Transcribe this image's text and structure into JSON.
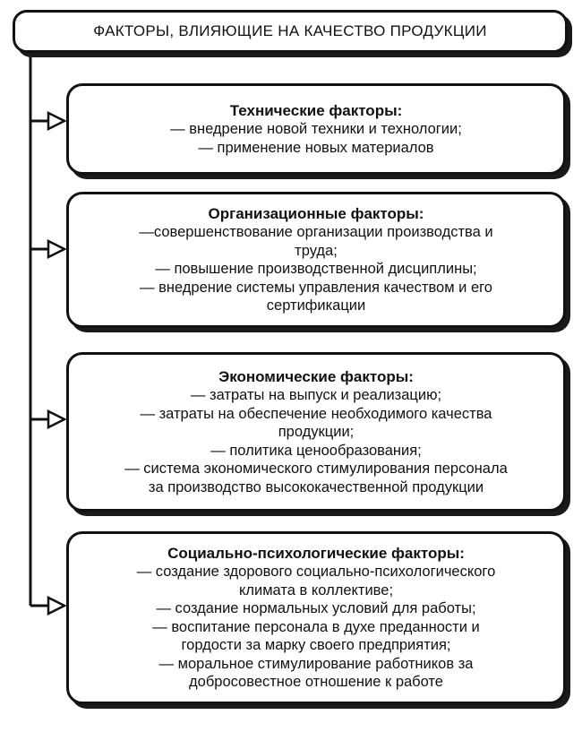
{
  "title": "ФАКТОРЫ, ВЛИЯЮЩИЕ НА КАЧЕСТВО ПРОДУКЦИИ",
  "factors": [
    {
      "heading": "Технические факторы:",
      "lines": [
        "— внедрение новой техники и технологии;",
        "— применение новых материалов"
      ]
    },
    {
      "heading": "Организационные факторы:",
      "lines": [
        "—совершенствование организации производства и",
        "труда;",
        "— повышение производственной дисциплины;",
        "— внедрение системы управления качеством и его",
        "сертификации"
      ]
    },
    {
      "heading": "Экономические факторы:",
      "lines": [
        "— затраты на выпуск и реализацию;",
        "— затраты на обеспечение необходимого качества",
        "продукции;",
        "— политика ценообразования;",
        "— система экономического стимулирования персонала",
        "за производство высококачественной продукции"
      ]
    },
    {
      "heading": "Социально-психологические факторы:",
      "lines": [
        "— создание здорового социально-психологического",
        "климата в коллективе;",
        "— создание нормальных условий для работы;",
        "— воспитание персонала в духе преданности и",
        "гордости за марку своего предприятия;",
        "— моральное стимулирование работников за",
        "добросовестное отношение к работе"
      ]
    }
  ]
}
